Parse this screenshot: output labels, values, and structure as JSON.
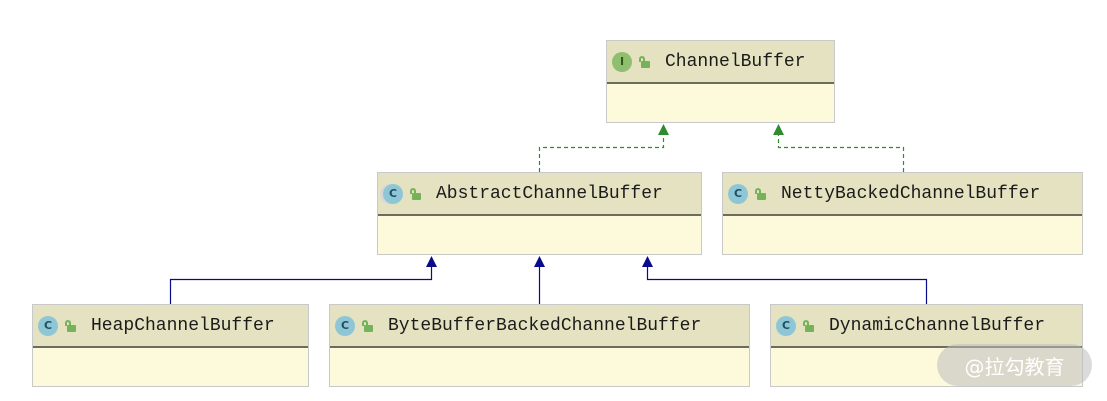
{
  "diagram": {
    "nodes": [
      {
        "id": "channel-buffer",
        "kind": "interface",
        "badge": "I",
        "name": "ChannelBuffer"
      },
      {
        "id": "abstract-channel-buffer",
        "kind": "abstract",
        "badge": "C",
        "name": "AbstractChannelBuffer"
      },
      {
        "id": "netty-backed-channel-buffer",
        "kind": "class",
        "badge": "C",
        "name": "NettyBackedChannelBuffer"
      },
      {
        "id": "heap-channel-buffer",
        "kind": "class",
        "badge": "C",
        "name": "HeapChannelBuffer"
      },
      {
        "id": "byte-buffer-backed-channel-buffer",
        "kind": "class",
        "badge": "C",
        "name": "ByteBufferBackedChannelBuffer"
      },
      {
        "id": "dynamic-channel-buffer",
        "kind": "class",
        "badge": "C",
        "name": "DynamicChannelBuffer"
      }
    ],
    "edges": [
      {
        "from": "abstract-channel-buffer",
        "to": "channel-buffer",
        "type": "implements"
      },
      {
        "from": "netty-backed-channel-buffer",
        "to": "channel-buffer",
        "type": "implements"
      },
      {
        "from": "heap-channel-buffer",
        "to": "abstract-channel-buffer",
        "type": "extends"
      },
      {
        "from": "byte-buffer-backed-channel-buffer",
        "to": "abstract-channel-buffer",
        "type": "extends"
      },
      {
        "from": "dynamic-channel-buffer",
        "to": "abstract-channel-buffer",
        "type": "extends"
      }
    ],
    "colors": {
      "implements_edge": "#2e8b2e",
      "extends_edge": "#0a0a8c",
      "node_header": "#e4e2c0",
      "node_body": "#fdf9db",
      "interface_badge": "#8fbf6e",
      "class_badge": "#8fc6d6",
      "visibility_icon": "#74b35a"
    }
  },
  "watermark": {
    "text": "@拉勾教育"
  }
}
